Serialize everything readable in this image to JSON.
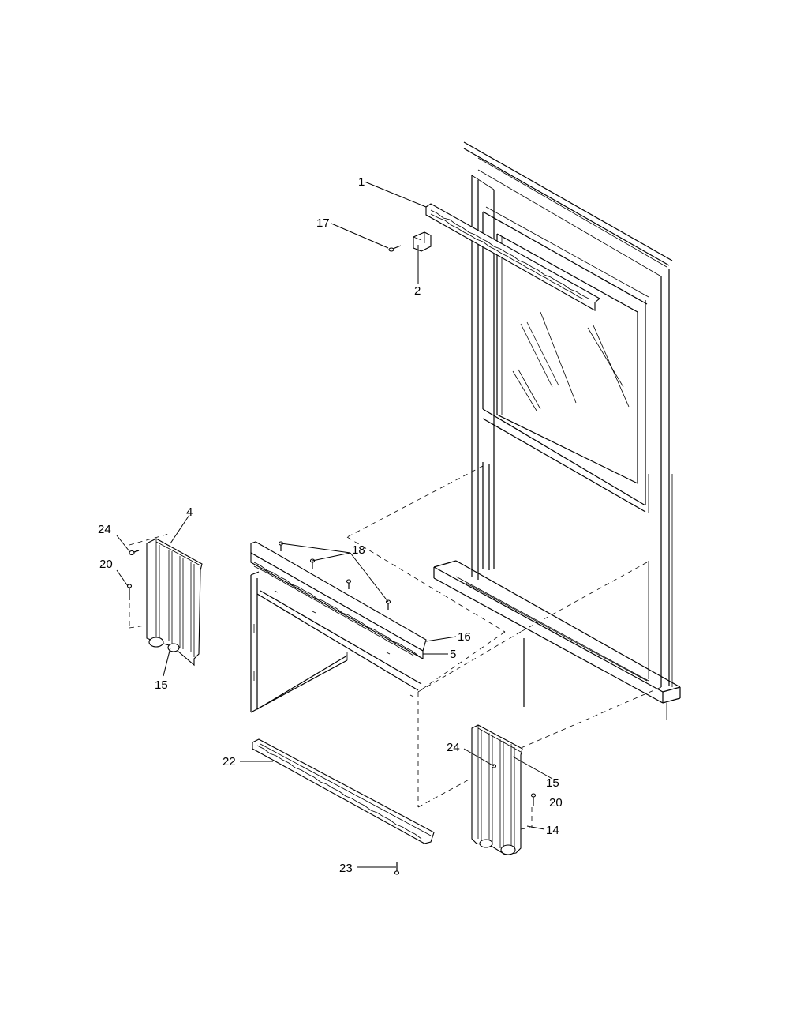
{
  "callouts": [
    {
      "id": "c1",
      "text": "1"
    },
    {
      "id": "c17",
      "text": "17"
    },
    {
      "id": "c2",
      "text": "2"
    },
    {
      "id": "c4",
      "text": "4"
    },
    {
      "id": "c24a",
      "text": "24"
    },
    {
      "id": "c20a",
      "text": "20"
    },
    {
      "id": "c15a",
      "text": "15"
    },
    {
      "id": "c18",
      "text": "18"
    },
    {
      "id": "c16",
      "text": "16"
    },
    {
      "id": "c5",
      "text": "5"
    },
    {
      "id": "c22",
      "text": "22"
    },
    {
      "id": "c24b",
      "text": "24"
    },
    {
      "id": "c15b",
      "text": "15"
    },
    {
      "id": "c20b",
      "text": "20"
    },
    {
      "id": "c14",
      "text": "14"
    },
    {
      "id": "c23",
      "text": "23"
    }
  ]
}
